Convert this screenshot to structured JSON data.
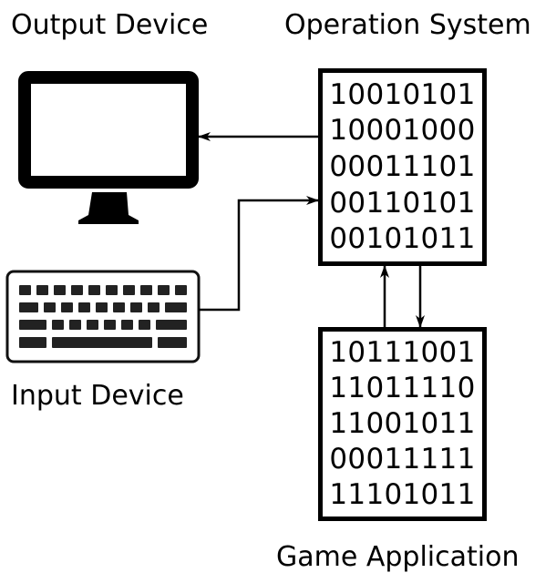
{
  "labels": {
    "output_device": "Output Device",
    "operation_system": "Operation System",
    "input_device": "Input Device",
    "game_application": "Game Application"
  },
  "os_binary": [
    "10010101",
    "10001000",
    "00011101",
    "00110101",
    "00101011"
  ],
  "game_binary": [
    "10111001",
    "11011110",
    "11001011",
    "00011111",
    "11101011"
  ],
  "icons": {
    "output": "monitor-icon",
    "input": "keyboard-icon"
  }
}
